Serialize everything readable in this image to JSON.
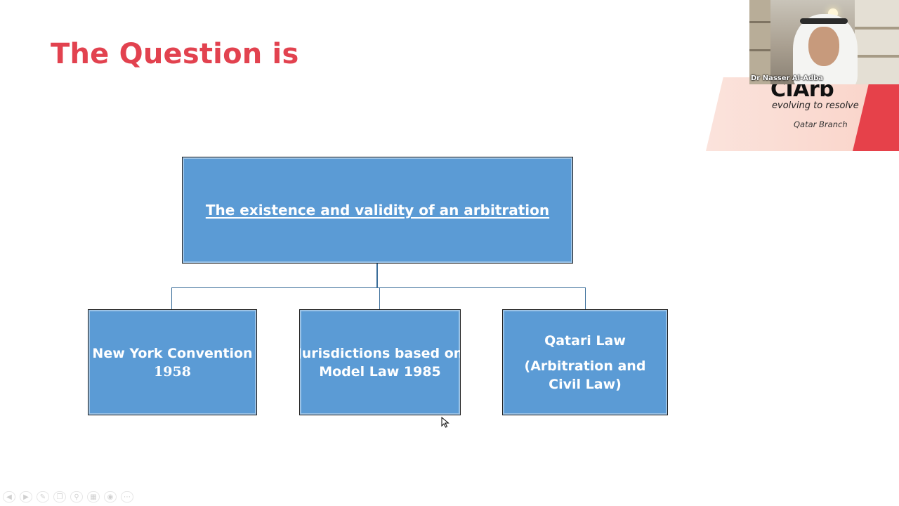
{
  "slide": {
    "title": "The Question is",
    "diagram": {
      "root": "The existence and validity of an arbitration",
      "children": [
        {
          "line1": "New  York  Convention",
          "line2": "1958"
        },
        {
          "line1": "Jurisdictions based on",
          "line2": "Model Law 1985"
        },
        {
          "line1": "Qatari Law",
          "line2": "(Arbitration and Civil Law)"
        }
      ]
    }
  },
  "brand": {
    "logo": "CIArb",
    "tagline": "evolving to resolve",
    "branch": "Qatar Branch"
  },
  "webcam": {
    "participant_name": "Dr Nasser Al-Adba"
  },
  "toolbar": {
    "icons": [
      "back-icon",
      "forward-icon",
      "pen-icon",
      "copy-icon",
      "zoom-icon",
      "slides-icon",
      "video-icon",
      "more-icon"
    ]
  },
  "colors": {
    "title": "#e2424f",
    "box_fill": "#5b9bd5",
    "connector": "#3b6e9a",
    "brand_red": "#e6414a"
  }
}
